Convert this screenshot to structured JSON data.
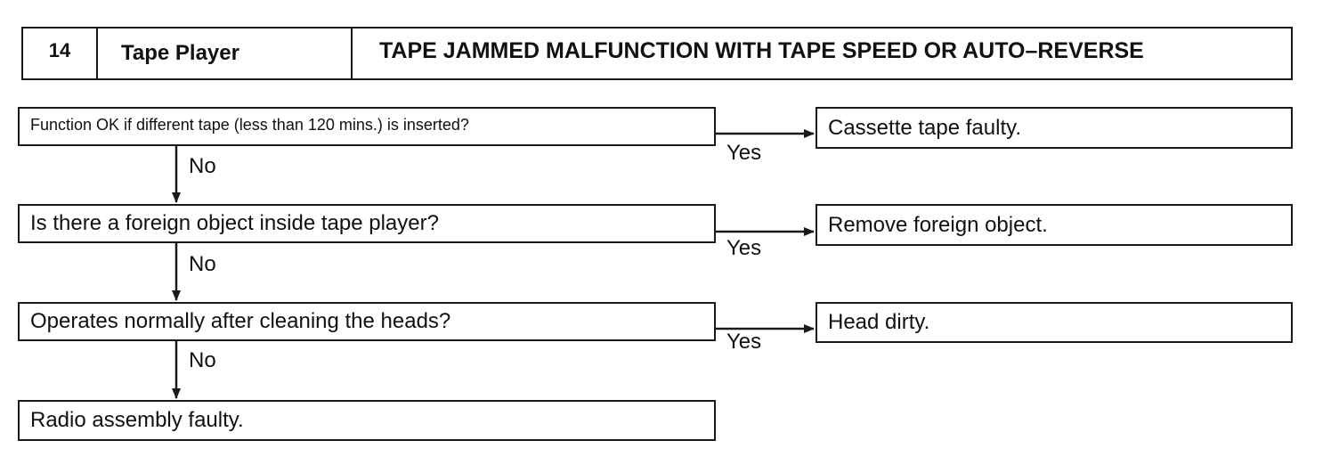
{
  "header": {
    "number": "14",
    "section": "Tape Player",
    "title": "TAPE JAMMED MALFUNCTION WITH TAPE SPEED OR AUTO–REVERSE"
  },
  "questions": [
    "Function OK if different tape (less than 120 mins.) is inserted?",
    "Is there a foreign object inside tape player?",
    "Operates normally after cleaning the heads?",
    "Radio assembly faulty."
  ],
  "answers": [
    "Cassette tape faulty.",
    "Remove foreign object.",
    "Head dirty."
  ],
  "labels": {
    "yes": "Yes",
    "no": "No"
  }
}
